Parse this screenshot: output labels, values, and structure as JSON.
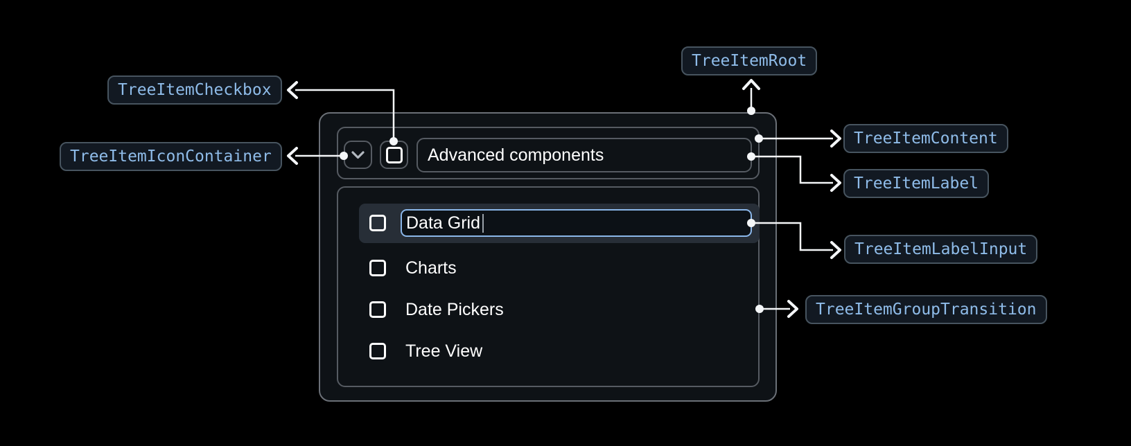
{
  "component": {
    "parent": {
      "label": "Advanced components",
      "expanded": true,
      "checkbox_checked": false
    },
    "items": [
      {
        "label": "Data Grid",
        "editing": true,
        "checkbox_checked": false
      },
      {
        "label": "Charts",
        "editing": false,
        "checkbox_checked": false
      },
      {
        "label": "Date Pickers",
        "editing": false,
        "checkbox_checked": false
      },
      {
        "label": "Tree View",
        "editing": false,
        "checkbox_checked": false
      }
    ],
    "label_input": {
      "value": "Data Grid"
    }
  },
  "annotations": {
    "root": "TreeItemRoot",
    "checkbox": "TreeItemCheckbox",
    "icon_container": "TreeItemIconContainer",
    "content": "TreeItemContent",
    "label": "TreeItemLabel",
    "label_input": "TreeItemLabelInput",
    "group_transition": "TreeItemGroupTransition"
  },
  "icons": {
    "expand_icon": "chevron-down-icon",
    "checkbox_icon": "checkbox-unchecked-icon"
  },
  "colors": {
    "background": "#000000",
    "badge_text": "#8FBCE9",
    "badge_background": "#121922",
    "badge_border": "#47545F",
    "root_border": "#6B7077",
    "container_border": "#565B62",
    "container_fill": "#0E1216",
    "row_highlight": "#272E37",
    "input_border": "#8BB7EA",
    "input_background": "#0C1116",
    "connector": "#F4F6F8",
    "text": "#FFFFFF"
  }
}
